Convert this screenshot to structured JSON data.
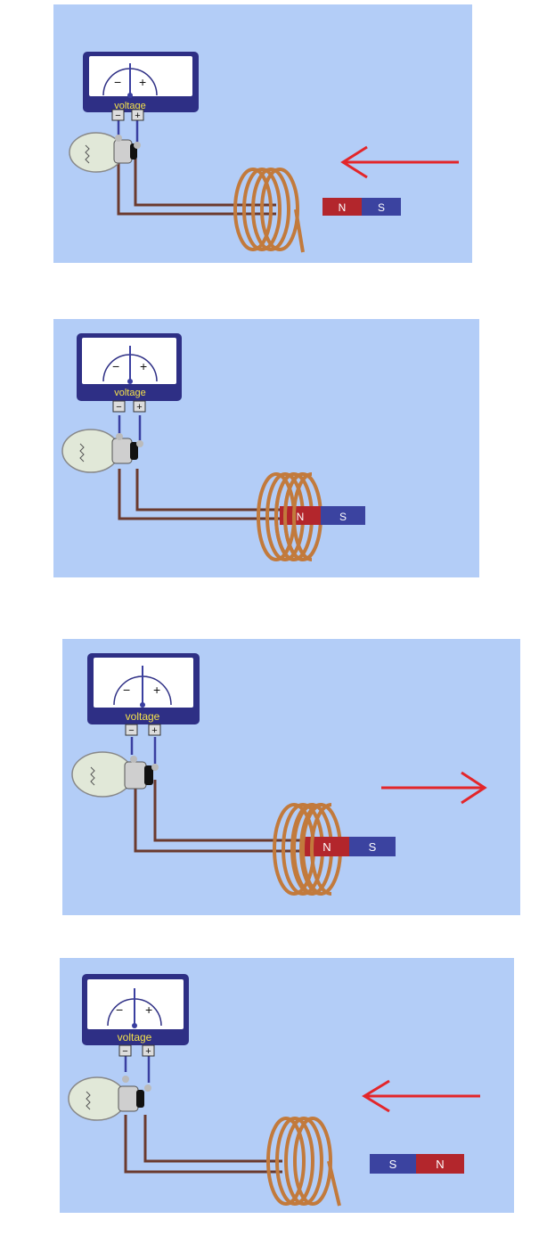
{
  "meter": {
    "label": "voltage",
    "minus": "−",
    "plus": "+",
    "neg_terminal": "−",
    "pos_terminal": "+"
  },
  "colors": {
    "background": "#b3cdf7",
    "meter_frame": "#2e2f85",
    "wire": "#6b3a2e",
    "lead": "#3a3fa0",
    "coil": "#c27a3c",
    "magnet_north": "#b3262c",
    "magnet_south": "#3b43a0",
    "arrow": "#e3262a",
    "voltage_label": "#f4e14a"
  },
  "panels": [
    {
      "magnet": {
        "left": "N",
        "right": "S",
        "position": "outside-right"
      },
      "arrow": "left",
      "needle": "center"
    },
    {
      "magnet": {
        "left": "N",
        "right": "S",
        "position": "inside-coil"
      },
      "arrow": "none",
      "needle": "center"
    },
    {
      "magnet": {
        "left": "N",
        "right": "S",
        "position": "inside-coil"
      },
      "arrow": "right",
      "needle": "center"
    },
    {
      "magnet": {
        "left": "S",
        "right": "N",
        "position": "outside-right"
      },
      "arrow": "left",
      "needle": "center"
    }
  ]
}
